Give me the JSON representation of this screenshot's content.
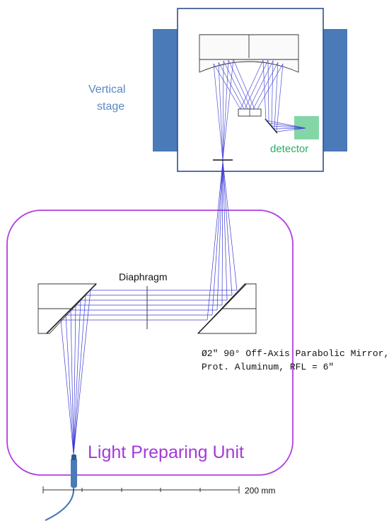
{
  "labels": {
    "vertical_stage_line1": "Vertical",
    "vertical_stage_line2": "stage",
    "detector": "detector",
    "diaphragm": "Diaphragm",
    "mirror_line1": "Ø2\" 90° Off-Axis Parabolic Mirror,",
    "mirror_line2": "Prot. Aluminum, RFL = 6\"",
    "unit": "Light Preparing Unit",
    "scale": "200 mm"
  },
  "colors": {
    "stage_block": "#4a7ab8",
    "ray": "#3b3bd6",
    "unit_border": "#b13ee0",
    "unit_text": "#a23ad8",
    "detector_fill": "#6fcf97",
    "detector_text": "#27ae60",
    "stage_text": "#5a87c5",
    "housing_border": "#2f4f8a",
    "fiber": "#4a7ab8"
  }
}
